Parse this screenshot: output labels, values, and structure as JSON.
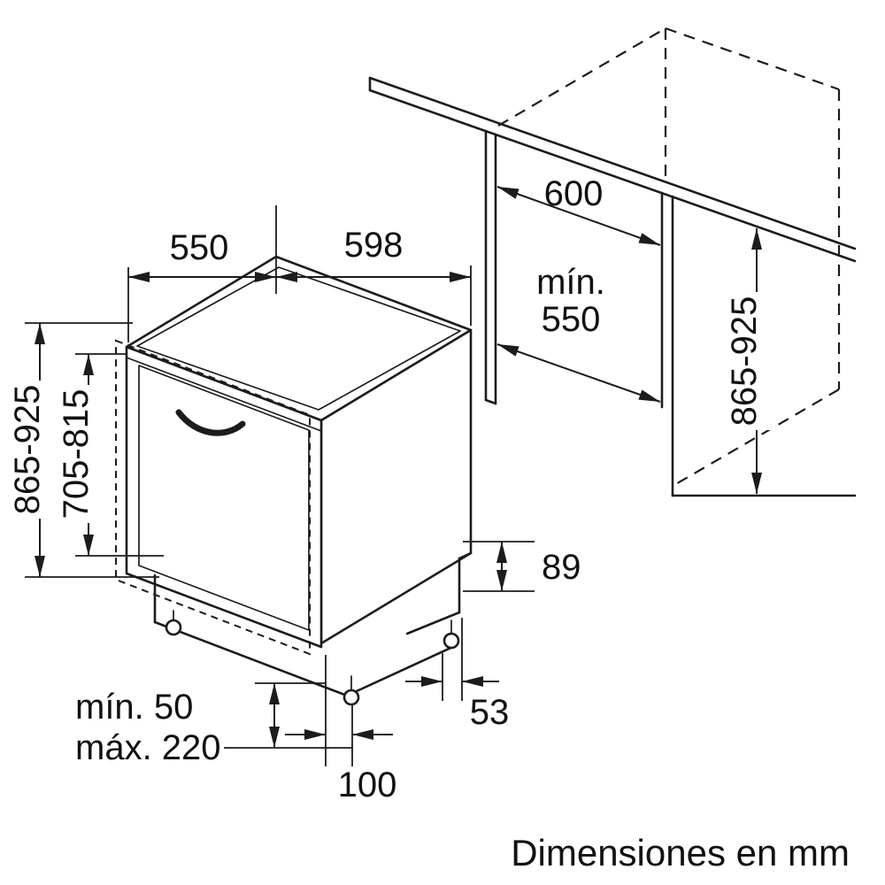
{
  "diagram": {
    "unit_note": "Dimensiones en mm",
    "appliance": {
      "depth_top": "550",
      "width_top": "598",
      "overall_height": "865-925",
      "door_panel_height": "705-815",
      "rear_step_height": "89",
      "rear_foot_offset": "53",
      "plinth_min": "mín. 50",
      "plinth_max": "máx. 220",
      "front_foot_inset": "100"
    },
    "niche": {
      "width": "600",
      "min_depth_line1": "mín.",
      "min_depth_line2": "550",
      "height": "865-925"
    }
  }
}
